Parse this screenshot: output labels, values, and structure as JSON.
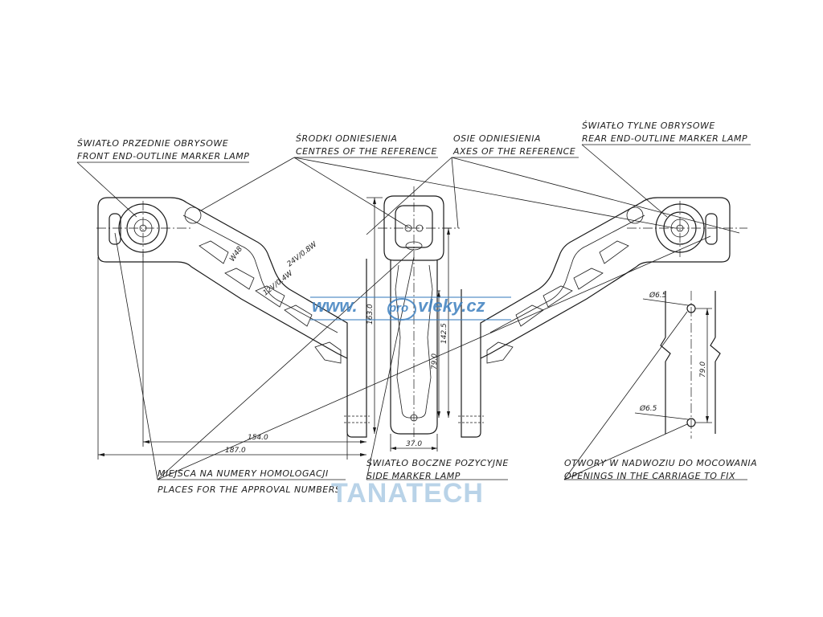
{
  "labels": {
    "front_lamp_pl": "ŚWIATŁO PRZEDNIE OBRYSOWE",
    "front_lamp_en": "FRONT END-OUTLINE MARKER LAMP",
    "centres_pl": "ŚRODKI ODNIESIENIA",
    "centres_en": "CENTRES OF THE REFERENCE",
    "axes_pl": "OSIE ODNIESIENIA",
    "axes_en": "AXES OF THE REFERENCE",
    "rear_lamp_pl": "ŚWIATŁO TYLNE OBRYSOWE",
    "rear_lamp_en": "REAR END-OUTLINE MARKER LAMP",
    "approval_pl": "MIEJSCA NA NUMERY HOMOLOGACJI",
    "approval_en": "PLACES FOR THE APPROVAL NUMBERS",
    "side_lamp_pl": "ŚWIATŁO BOCZNE POZYCYJNE",
    "side_lamp_en": "SIDE MARKER LAMP",
    "openings_pl": "OTWORY W NADWOZIU DO MOCOWANIA",
    "openings_en": "OPENINGS IN THE CARRIAGE TO FIX"
  },
  "dimensions": {
    "d154": "154.0",
    "d187": "187.0",
    "d163": "163.0",
    "d37": "37.0",
    "d142": "142.5",
    "d79a": "79.0",
    "d79b": "79.0",
    "hole_top": "Ø6.5",
    "hole_bottom": "Ø6.5"
  },
  "markings": {
    "v24": "24V/0.8W",
    "v12": "12V/0.4W",
    "code": "W48"
  },
  "watermark": {
    "www": "www.",
    "pro": "pro",
    "site": "vleky.cz",
    "brand": "TANATECH"
  },
  "colors": {
    "watermark_blue": "#3d7fbf",
    "brand_blue": "#b9d3e8"
  }
}
